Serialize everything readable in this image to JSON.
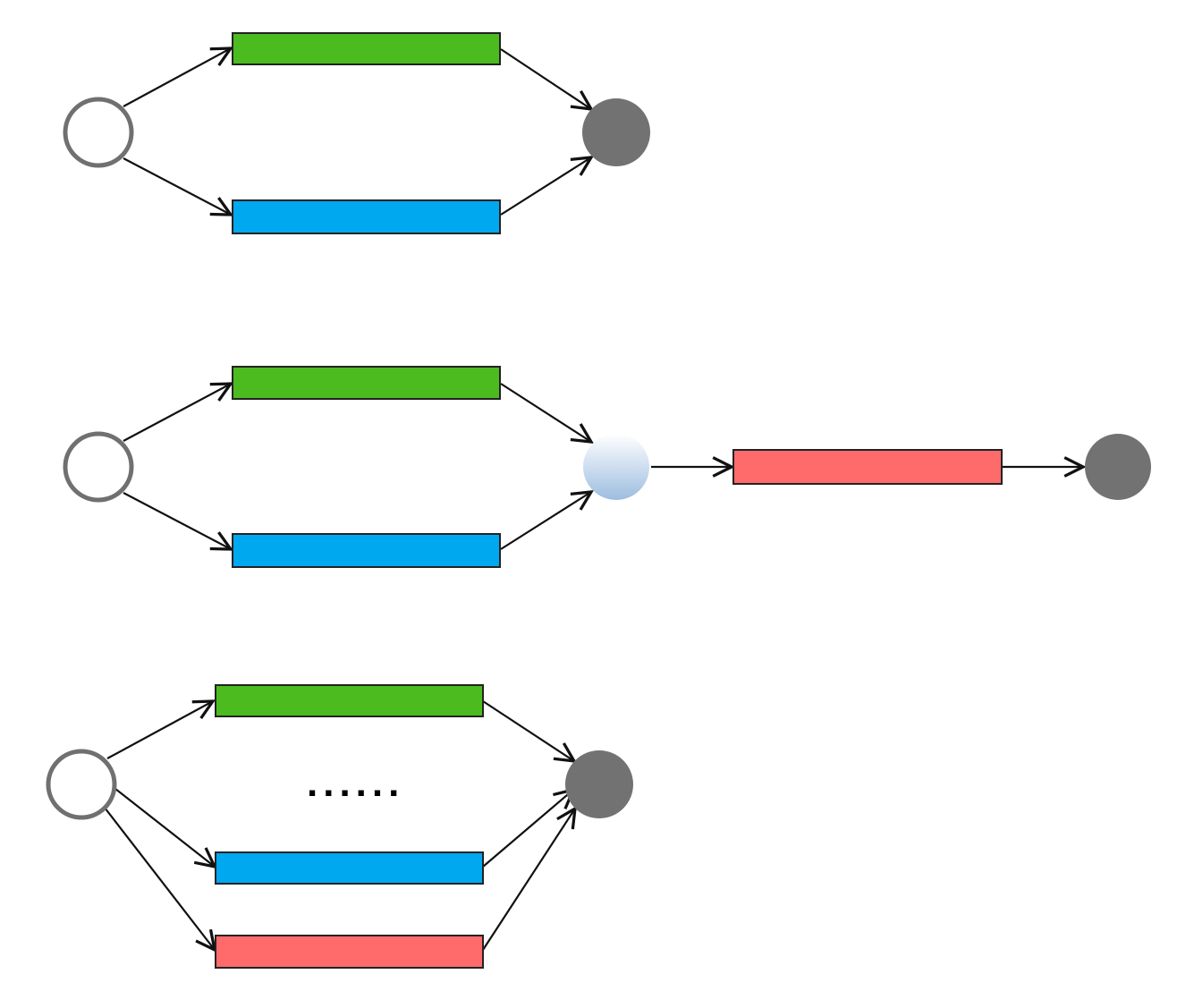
{
  "colors": {
    "green_task": "#4cbb1f",
    "blue_task": "#00a8f0",
    "red_task": "#ff6b6b",
    "start_node_stroke": "#707070",
    "end_node_fill": "#727272",
    "merge_node_top": "#ffffff",
    "merge_node_bottom": "#9dbde0",
    "edge": "#111111",
    "task_border": "#222222"
  },
  "diagrams": [
    {
      "id": "parallel-two-tasks",
      "description_nodes": [
        "start-node",
        "green-task",
        "blue-task",
        "end-node"
      ]
    },
    {
      "id": "parallel-then-sequential",
      "description_nodes": [
        "start-node",
        "green-task",
        "blue-task",
        "merge-node",
        "red-task",
        "end-node"
      ]
    },
    {
      "id": "parallel-n-tasks",
      "description_nodes": [
        "start-node",
        "green-task",
        "ellipsis",
        "blue-task",
        "red-task",
        "end-node"
      ],
      "ellipsis_text": "......"
    }
  ]
}
